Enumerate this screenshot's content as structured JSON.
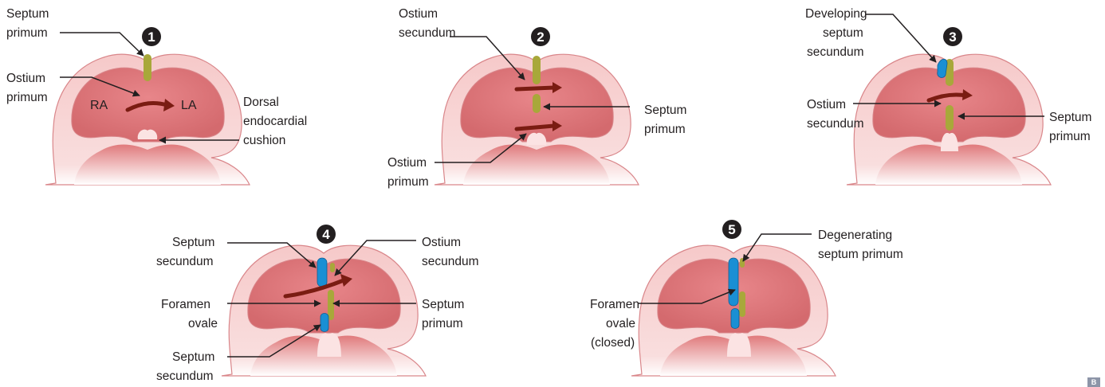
{
  "colors": {
    "outer_tissue": "#f6c9c9",
    "outline": "#d9868a",
    "chamber": "#e07a7c",
    "chamber_dark": "#d46a6e",
    "septum_primum": "#a8a83a",
    "septum_secundum": "#1a8fd4",
    "arrow": "#7a1c12",
    "badge": "#231f20",
    "line": "#231f20"
  },
  "panels": [
    {
      "step": "1",
      "chamber_labels": {
        "ra": "RA",
        "la": "LA"
      },
      "labels": {
        "septum_primum": [
          "Septum",
          "primum"
        ],
        "ostium_primum": [
          "Ostium",
          "primum"
        ],
        "dorsal_cushion": [
          "Dorsal",
          "endocardial",
          "cushion"
        ]
      }
    },
    {
      "step": "2",
      "labels": {
        "ostium_secundum": [
          "Ostium",
          "secundum"
        ],
        "septum_primum": [
          "Septum",
          "primum"
        ],
        "ostium_primum": [
          "Ostium",
          "primum"
        ]
      }
    },
    {
      "step": "3",
      "labels": {
        "developing_septum_secundum": [
          "Developing",
          "septum",
          "secundum"
        ],
        "ostium_secundum": [
          "Ostium",
          "secundum"
        ],
        "septum_primum": [
          "Septum",
          "primum"
        ]
      }
    },
    {
      "step": "4",
      "labels": {
        "septum_secundum_top": [
          "Septum",
          "secundum"
        ],
        "ostium_secundum": [
          "Ostium",
          "secundum"
        ],
        "foramen_ovale": [
          "Foramen",
          "ovale"
        ],
        "septum_primum": [
          "Septum",
          "primum"
        ],
        "septum_secundum_bottom": [
          "Septum",
          "secundum"
        ]
      }
    },
    {
      "step": "5",
      "labels": {
        "degenerating_septum_primum": [
          "Degenerating",
          "septum primum"
        ],
        "foramen_ovale_closed": [
          "Foramen",
          "ovale",
          "(closed)"
        ]
      }
    }
  ],
  "credit": "B"
}
